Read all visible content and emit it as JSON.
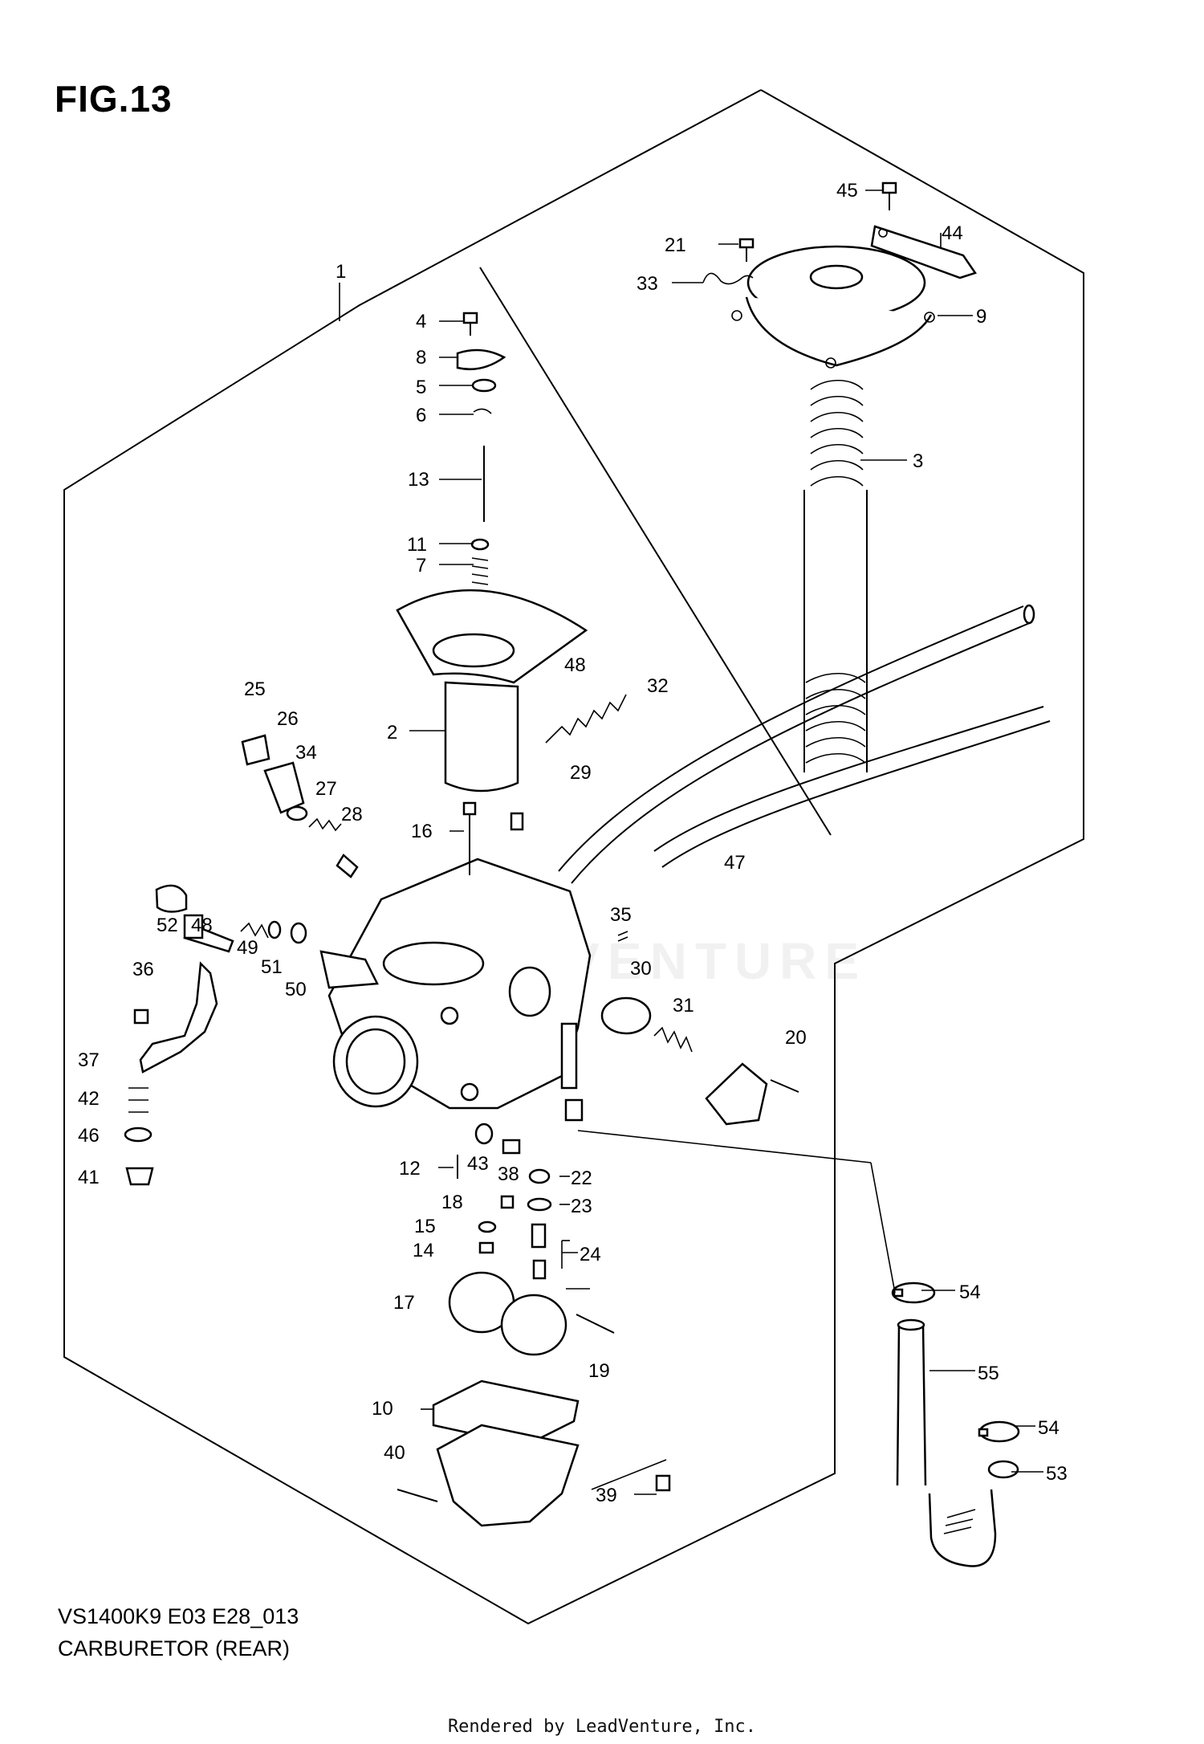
{
  "figure": {
    "title": "FIG.13",
    "model_code": "VS1400K9 E03 E28_013",
    "caption": "CARBURETOR (REAR)",
    "credit": "Rendered by LeadVenture, Inc.",
    "watermark": "LEADVENTURE"
  },
  "callouts": [
    "1",
    "2",
    "3",
    "4",
    "5",
    "6",
    "7",
    "8",
    "9",
    "10",
    "11",
    "12",
    "13",
    "14",
    "15",
    "16",
    "17",
    "18",
    "19",
    "20",
    "21",
    "22",
    "23",
    "24",
    "25",
    "26",
    "27",
    "28",
    "29",
    "30",
    "31",
    "32",
    "33",
    "34",
    "35",
    "36",
    "37",
    "38",
    "39",
    "40",
    "41",
    "42",
    "43",
    "44",
    "45",
    "46",
    "47",
    "48",
    "48",
    "49",
    "50",
    "51",
    "52",
    "53",
    "54",
    "54",
    "55"
  ]
}
